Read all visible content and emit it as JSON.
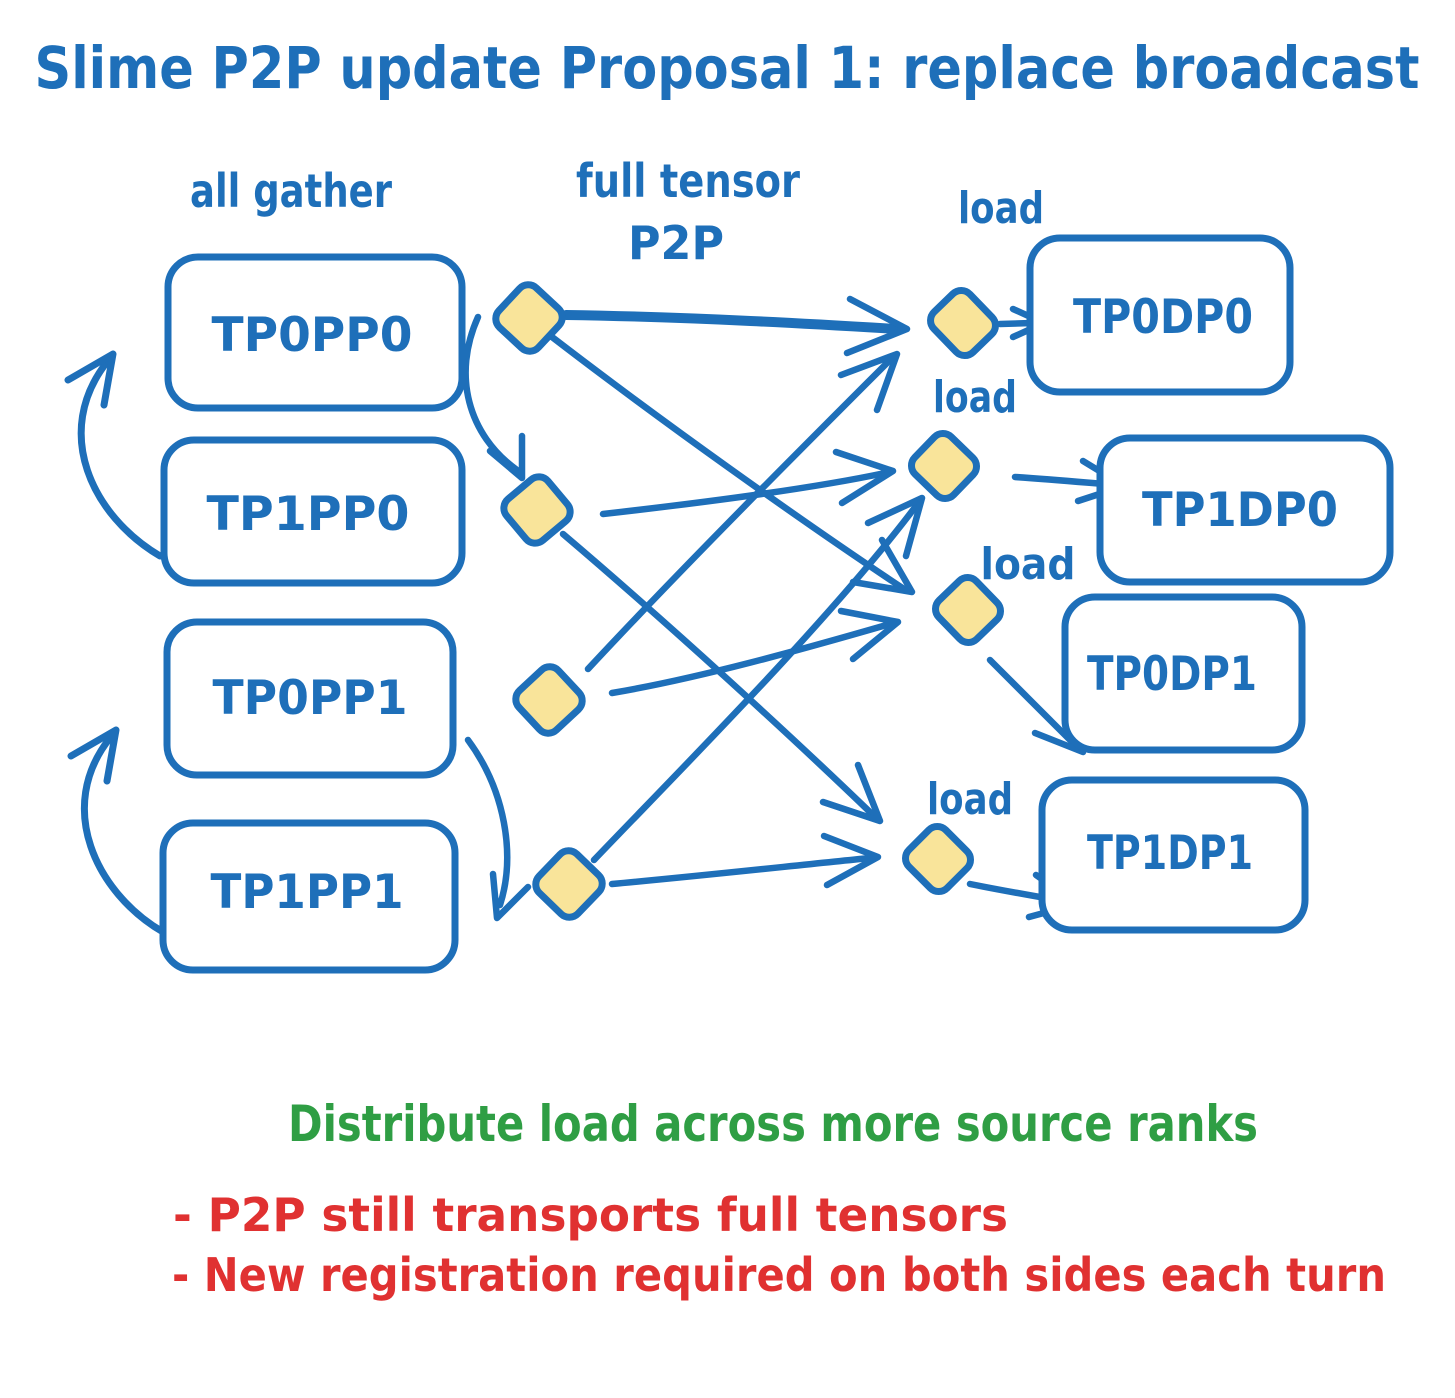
{
  "title": "Slime P2P update Proposal 1: replace broadcast",
  "diagram": {
    "section_labels": {
      "all_gather": "all gather",
      "full_tensor": "full tensor",
      "p2p": "P2P"
    },
    "load_labels": [
      "load",
      "load",
      "load",
      "load"
    ],
    "source_ranks": [
      {
        "label": "TP0PP0"
      },
      {
        "label": "TP1PP0"
      },
      {
        "label": "TP0PP1"
      },
      {
        "label": "TP1PP1"
      }
    ],
    "dest_ranks": [
      {
        "label": "TP0DP0"
      },
      {
        "label": "TP1DP0"
      },
      {
        "label": "TP0DP1"
      },
      {
        "label": "TP1DP1"
      }
    ],
    "connections": [
      {
        "from": "TP0PP0",
        "to": "TP0DP0"
      },
      {
        "from": "TP0PP0",
        "to": "TP0DP1"
      },
      {
        "from": "TP1PP0",
        "to": "TP1DP0"
      },
      {
        "from": "TP1PP0",
        "to": "TP1DP1"
      },
      {
        "from": "TP0PP1",
        "to": "TP0DP0"
      },
      {
        "from": "TP0PP1",
        "to": "TP0DP1"
      },
      {
        "from": "TP1PP1",
        "to": "TP1DP0"
      },
      {
        "from": "TP1PP1",
        "to": "TP1DP1"
      }
    ],
    "all_gather_groups": [
      "PP0 pair",
      "PP1 pair"
    ]
  },
  "annotations": {
    "benefit": "Distribute load across more source ranks",
    "drawbacks": [
      "- P2P still transports full tensors",
      "- New registration required on both sides each turn"
    ]
  },
  "colors": {
    "stroke_blue": "#1e6fb9",
    "diamond_yellow": "#f9e49a",
    "benefit_green": "#2f9e44",
    "drawback_red": "#e03131",
    "background": "#ffffff"
  }
}
